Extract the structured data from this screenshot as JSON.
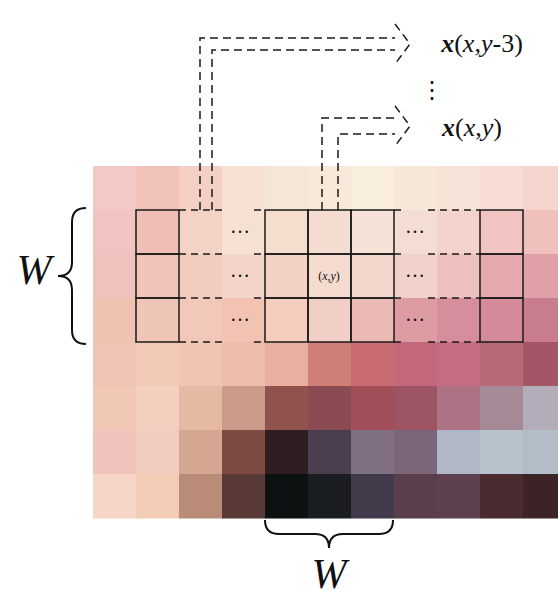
{
  "diagram": {
    "labels": [
      "x(x,y-3)",
      "⋮",
      "x(x,y)",
      "W",
      "…",
      "…",
      "…",
      "(x,y)",
      "…",
      "…",
      "…",
      "W"
    ]
  }
}
